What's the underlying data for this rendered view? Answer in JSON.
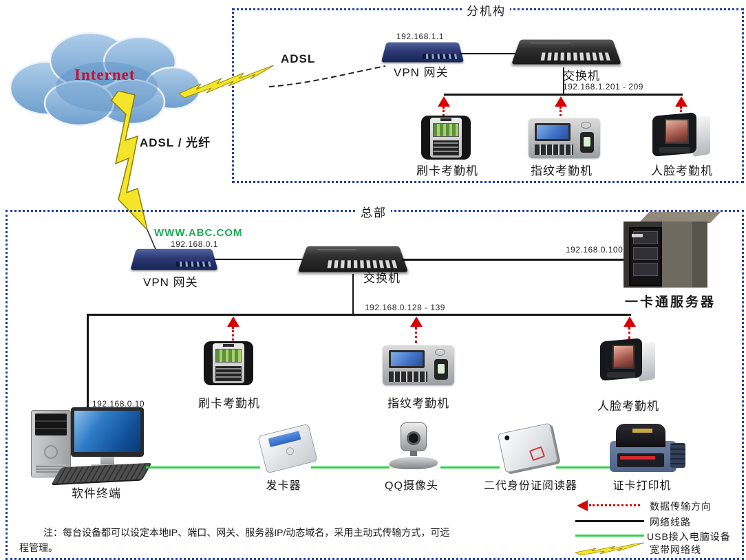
{
  "branch": {
    "title": "分机构",
    "adsl_label": "ADSL",
    "vpn_ip": "192.168.1.1",
    "vpn_label": "VPN 网关",
    "switch_label": "交换机",
    "ip_range": "192.168.1.201 - 209",
    "devices": [
      "刷卡考勤机",
      "指纹考勤机",
      "人脸考勤机"
    ]
  },
  "internet": {
    "label": "Internet",
    "link_label": "ADSL / 光纤"
  },
  "hq": {
    "title": "总部",
    "website": "WWW.ABC.COM",
    "vpn_ip": "192.168.0.1",
    "vpn_label": "VPN 网关",
    "switch_label": "交换机",
    "server_ip": "192.168.0.100",
    "server_label": "一卡通服务器",
    "ip_range": "192.168.0.128 - 139",
    "devices": [
      "刷卡考勤机",
      "指纹考勤机",
      "人脸考勤机"
    ],
    "terminal_ip": "192.168.0.10",
    "terminal_label": "软件终端",
    "usb_devices": [
      "发卡器",
      "QQ摄像头",
      "二代身份证阅读器",
      "证卡打印机"
    ]
  },
  "legend": {
    "items": [
      "数据传输方向",
      "网络线路",
      "USB接入电脑设备",
      "宽带网络线"
    ]
  },
  "note": {
    "line1": "注：每台设备都可以设定本地IP、端口、网关、服务器IP/动态域名，采用主动式传输方式，可远",
    "line2": "程管理。"
  },
  "colors": {
    "zone_border_blue": "#1f3fae",
    "arrow_red": "#d90000",
    "usb_line_green": "#2ed146",
    "network_line_black": "#141414",
    "internet_text_red": "#c81030",
    "website_text_green": "#1dab54",
    "lightning_yellow": "#f4e52a"
  }
}
